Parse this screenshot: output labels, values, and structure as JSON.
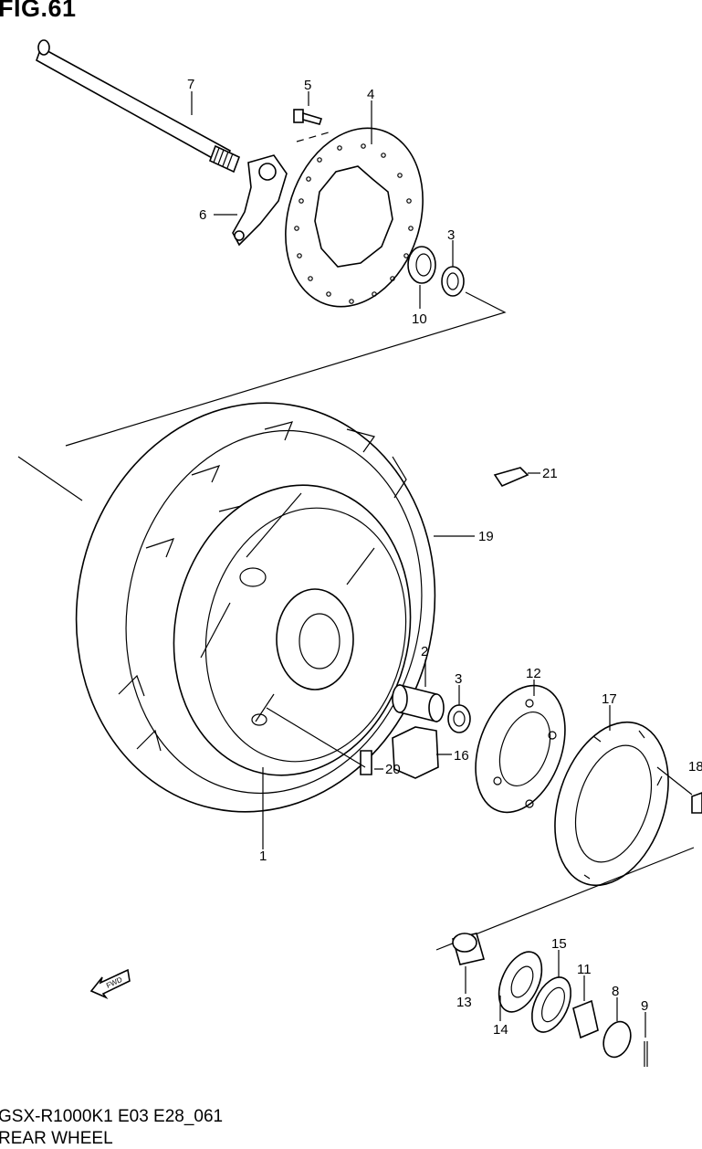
{
  "figure_title": "FIG.61",
  "footer": {
    "model_code": "GSX-R1000K1 E03 E28_061",
    "diagram_name": "REAR WHEEL"
  },
  "fwd_label": "FWD",
  "callouts": [
    "1",
    "2",
    "3",
    "3",
    "4",
    "5",
    "6",
    "7",
    "8",
    "9",
    "10",
    "11",
    "12",
    "13",
    "14",
    "15",
    "16",
    "17",
    "18",
    "19",
    "20",
    "21"
  ]
}
